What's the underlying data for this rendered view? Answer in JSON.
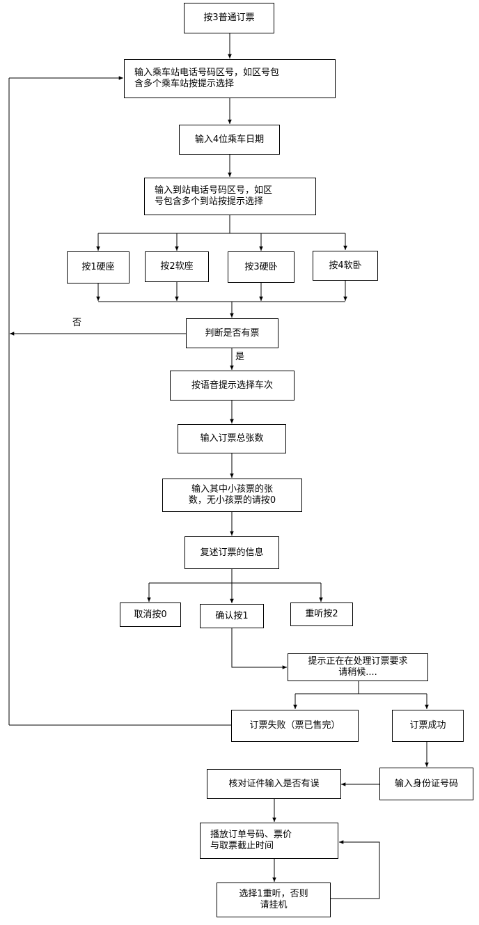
{
  "nodes": {
    "start": "按3普通订票",
    "boarding_code": [
      "输入乘车站电话号码区号，如区号包",
      "含多个乘车站按提示选择"
    ],
    "date": "输入4位乘车日期",
    "arrival_code": [
      "输入到站电话号码区号，如区",
      "号包含多个到站按提示选择"
    ],
    "seat1": "按1硬座",
    "seat2": "按2软座",
    "seat3": "按3硬卧",
    "seat4": "按4软卧",
    "check_ticket": "判断是否有票",
    "choose_train": "按语音提示选择车次",
    "total_count": "输入订票总张数",
    "child_count": [
      "输入其中小孩票的张",
      "数，无小孩票的请按0"
    ],
    "repeat_info": "复述订票的信息",
    "cancel": "取消按0",
    "confirm": "确认按1",
    "replay": "重听按2",
    "processing": [
      "提示正在在处理订票要求",
      "请稍候...."
    ],
    "fail": "订票失败（票已售完）",
    "success": "订票成功",
    "id_number": "输入身份证号码",
    "verify": "核对证件输入是否有误",
    "announce": [
      "播放订单号码、票价",
      "与取票截止时间"
    ],
    "replay_or_hangup": [
      "选择1重听，否则",
      "请挂机"
    ]
  },
  "labels": {
    "no": "否",
    "yes": "是"
  }
}
